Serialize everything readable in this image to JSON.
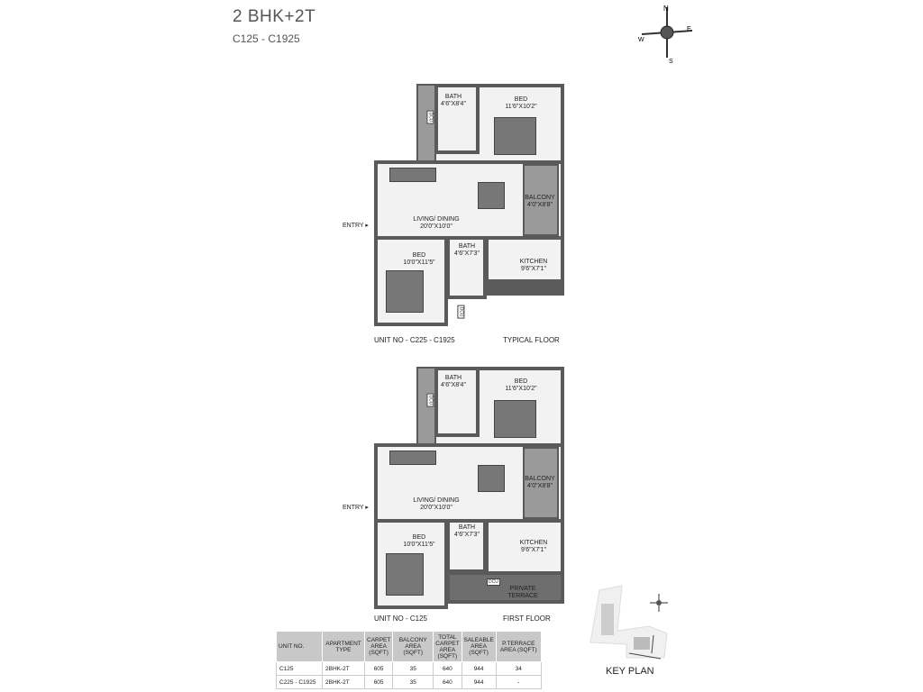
{
  "header": {
    "title": "2 BHK+2T",
    "subtitle": "C125 - C1925"
  },
  "compass": {
    "n": "N",
    "e": "E",
    "s": "S",
    "w": "W"
  },
  "plans": [
    {
      "unit_label": "UNIT NO - C225 - C1925",
      "floor_label": "TYPICAL FLOOR",
      "rooms": {
        "bath1": "BATH",
        "bath1_dim": "4'6\"X8'4\"",
        "bed1": "BED",
        "bed1_dim": "11'6\"X10'2\"",
        "balcony": "BALCONY",
        "balcony_dim": "4'0\"X8'8\"",
        "living": "LIVING/ DINING",
        "living_dim": "20'0\"X10'0\"",
        "bath2": "BATH",
        "bath2_dim": "4'6\"X7'3\"",
        "bed2": "BED",
        "bed2_dim": "10'0\"X11'5\"",
        "kitchen": "KITCHEN",
        "kitchen_dim": "9'6\"X7'1\"",
        "duct": "DCU",
        "entry": "ENTRY"
      }
    },
    {
      "unit_label": "UNIT NO - C125",
      "floor_label": "FIRST FLOOR",
      "rooms": {
        "bath1": "BATH",
        "bath1_dim": "4'6\"X8'4\"",
        "bed1": "BED",
        "bed1_dim": "11'6\"X10'2\"",
        "balcony": "BALCONY",
        "balcony_dim": "4'0\"X8'8\"",
        "living": "LIVING/ DINING",
        "living_dim": "20'0\"X10'0\"",
        "bath2": "BATH",
        "bath2_dim": "4'6\"X7'3\"",
        "bed2": "BED",
        "bed2_dim": "10'0\"X11'5\"",
        "kitchen": "KITCHEN",
        "kitchen_dim": "9'6\"X7'1\"",
        "duct": "DCU",
        "entry": "ENTRY",
        "terrace": "PRIVATE",
        "terrace2": "TERRACE"
      }
    }
  ],
  "table": {
    "headers": [
      "UNIT NO.",
      "APARTMENT TYPE",
      "CARPET AREA (SQFT)",
      "BALCONY AREA (SQFT)",
      "TOTAL CARPET AREA (SQFT)",
      "SALEABLE AREA (SQFT)",
      "P.TERRACE AREA (SQFT)"
    ],
    "rows": [
      [
        "C125",
        "2BHK-2T",
        "605",
        "35",
        "640",
        "944",
        "34"
      ],
      [
        "C225 - C1925",
        "2BHK-2T",
        "605",
        "35",
        "640",
        "944",
        "-"
      ]
    ]
  },
  "key_plan": {
    "label": "KEY PLAN"
  }
}
